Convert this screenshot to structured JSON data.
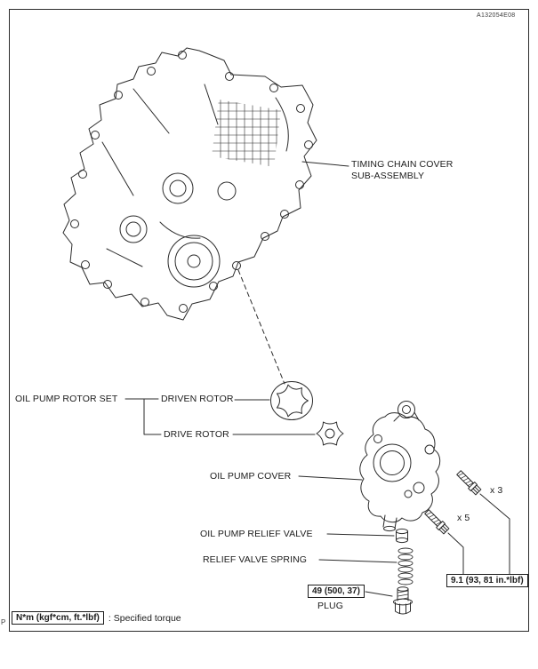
{
  "figure": {
    "code": "A132054E08",
    "page_mark": "P"
  },
  "callouts": {
    "timing_chain_cover": {
      "line1": "TIMING CHAIN COVER",
      "line2": "SUB-ASSEMBLY"
    },
    "oil_pump_rotor_set": "OIL PUMP ROTOR SET",
    "driven_rotor": "DRIVEN ROTOR",
    "drive_rotor": "DRIVE ROTOR",
    "oil_pump_cover": "OIL PUMP COVER",
    "oil_pump_relief_valve": "OIL PUMP RELIEF VALVE",
    "relief_valve_spring": "RELIEF VALVE SPRING",
    "plug": "PLUG",
    "bolt_qty_a": "x 3",
    "bolt_qty_b": "x 5"
  },
  "torques": {
    "plug": "49 (500, 37)",
    "cover_bolts": "9.1 (93, 81 in.*lbf)"
  },
  "legend": {
    "unit_box": "N*m (kgf*cm, ft.*lbf)",
    "description": ": Specified torque"
  },
  "colors": {
    "line": "#2b2b2b",
    "background": "#ffffff"
  }
}
